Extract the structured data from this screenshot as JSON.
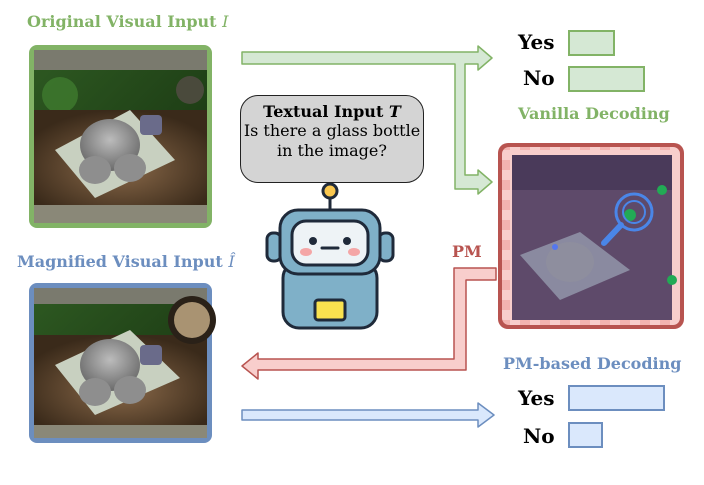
{
  "original_input": {
    "title": "Original Visual Input",
    "symbol": "I"
  },
  "magnified_input": {
    "title": "Magnified Visual Input",
    "symbol": "Î"
  },
  "textual_input": {
    "title": "Textual Input",
    "symbol": "T",
    "question_line1": "Is there a glass bottle",
    "question_line2": "in the image?"
  },
  "vanilla": {
    "label": "Vanilla Decoding",
    "yes_label": "Yes",
    "no_label": "No",
    "yes_value": 0.45,
    "no_value": 0.75
  },
  "pm_based": {
    "label": "PM-based Decoding",
    "yes_label": "Yes",
    "no_label": "No",
    "yes_value": 0.95,
    "no_value": 0.33
  },
  "pm_label": "PM",
  "colors": {
    "green": "#82b366",
    "green_fill": "#d5e8d4",
    "blue": "#6c8ebf",
    "blue_fill": "#dae8fc",
    "red": "#b85450",
    "red_fill": "#f8cecc"
  },
  "icons": [
    "robot-icon",
    "magnifier-icon"
  ]
}
